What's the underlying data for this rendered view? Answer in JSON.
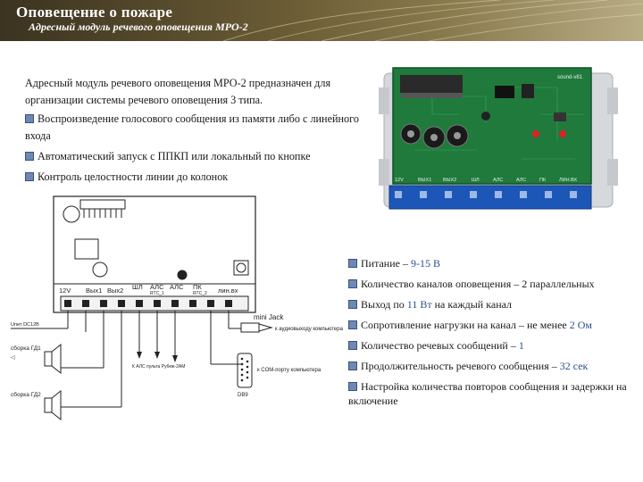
{
  "header": {
    "title": "Оповещение о пожаре",
    "subtitle": "Адресный модуль речевого оповещения МРО-2"
  },
  "intro": "Адресный модуль речевого оповещения МРО-2 предназначен для организации системы речевого оповещения 3 типа.",
  "features": [
    "Воспроизведение голосового сообщения из памяти либо с линейного входа",
    "Автоматический запуск с ППКП или локальный по кнопке",
    "Контроль целостности линии до колонок"
  ],
  "specs": [
    {
      "label": "Питание – ",
      "value": "9-15 В",
      "tail": ""
    },
    {
      "label": "Количество каналов оповещения – 2 параллельных",
      "value": "",
      "tail": ""
    },
    {
      "label": "Выход по ",
      "value": "11 Вт",
      "tail": " на каждый канал"
    },
    {
      "label": "Сопротивление нагрузки на канал – не менее ",
      "value": "2 Ом",
      "tail": ""
    },
    {
      "label": "Количество речевых сообщений – ",
      "value": "1",
      "tail": ""
    },
    {
      "label": "Продолжительность речевого сообщения – ",
      "value": "32 сек",
      "tail": ""
    },
    {
      "label": "Настройка количества повторов сообщения и задержки на включение",
      "value": "",
      "tail": ""
    }
  ],
  "board": {
    "silk_model": "sound-v81",
    "terminals": [
      "12V",
      "ВЫХ1",
      "ВЫХ2",
      "ШЛ",
      "АЛС",
      "АЛС",
      "ПК",
      "ЛИН.ВХ"
    ]
  },
  "schematic": {
    "terminals": [
      "12V",
      "Вых1",
      "Вых2",
      "ШЛ",
      "АЛС",
      "АЛС",
      "ПК",
      "лин.вх"
    ],
    "sub_labels": [
      "RTC_1",
      "RTC_2"
    ],
    "mini_jack": "mini Jack",
    "audio_out": "к аудиовыходу компьютера",
    "power": "Uпит DC12В",
    "speaker1": "сборка ГД1",
    "speaker2": "сборка ГД2",
    "als": "К АЛС пульта Рубеж-2АМ",
    "com_port": "к COM-порту компьютера",
    "db9": "DB9"
  },
  "colors": {
    "banner": "#5a4d2c",
    "bullet": "#6d88b4",
    "highlight": "#2b4f8e",
    "pcb": "#1f7a3c"
  }
}
